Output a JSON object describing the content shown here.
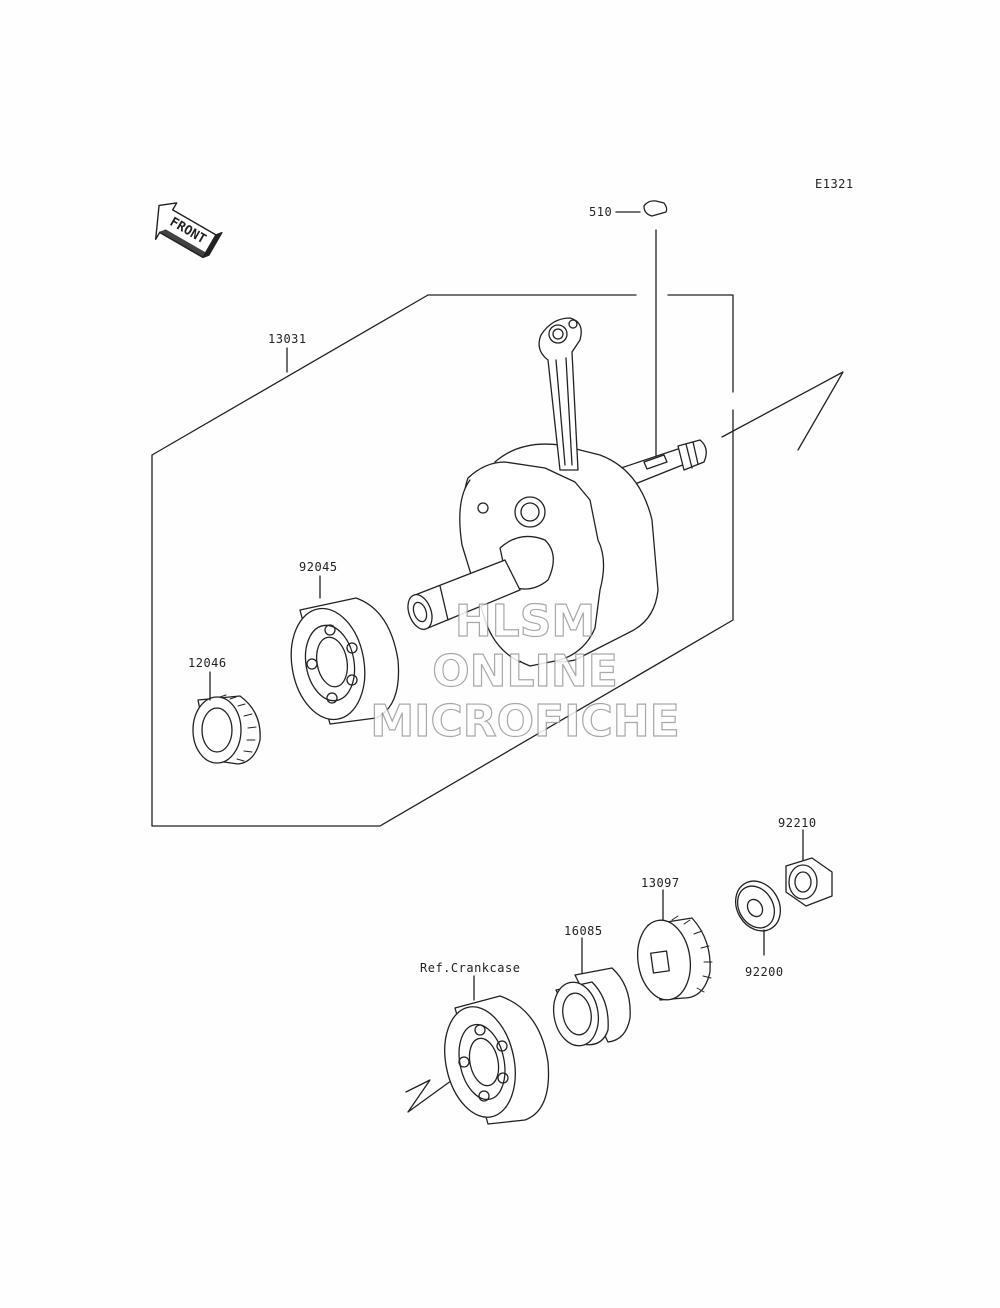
{
  "diagram_code": "E1321",
  "front_label": "FRONT",
  "watermark": [
    "HLSM",
    "ONLINE",
    "MICROFICHE"
  ],
  "parts": [
    {
      "part_number": "510"
    },
    {
      "part_number": "13031"
    },
    {
      "part_number": "92045"
    },
    {
      "part_number": "12046"
    },
    {
      "part_number": "92210"
    },
    {
      "part_number": "13097"
    },
    {
      "part_number": "16085"
    },
    {
      "part_number": "92200"
    }
  ],
  "reference_label": "Ref.Crankcase"
}
